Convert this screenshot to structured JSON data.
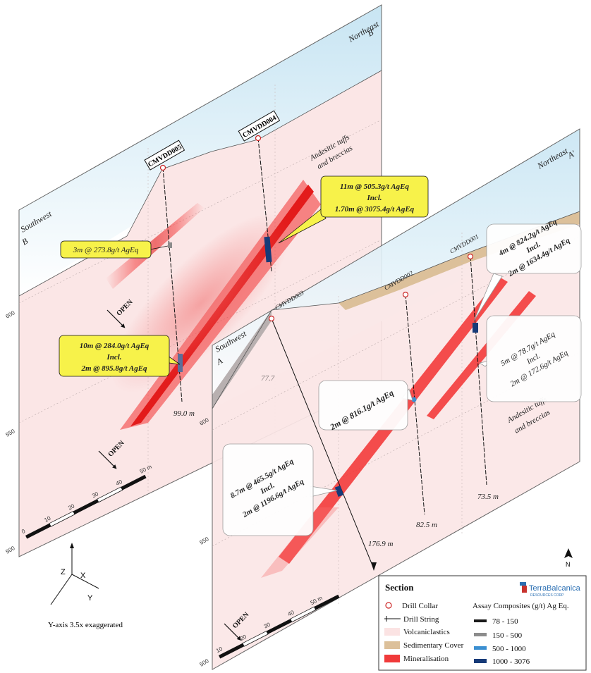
{
  "section_b": {
    "northeast": "Northeast",
    "northeast_end": "B'",
    "southwest": "Southwest",
    "southwest_end": "B",
    "rock_label_1": "Andesitic tuffs",
    "rock_label_2": "and breccias",
    "holes": [
      "CMVDD005",
      "CMVDD004"
    ],
    "elev_upper": "600",
    "elev_mid": "550",
    "elev_lower": "500",
    "depth_005": "99.0 m",
    "open_upper": "OPEN",
    "open_lower": "OPEN",
    "scale_ticks": [
      "0",
      "10",
      "20",
      "30",
      "40",
      "50 m"
    ],
    "callout_1": "3m @ 273.8g/t AgEq",
    "callout_2": [
      "11m @ 505.3g/t AgEq",
      "Incl.",
      "1.70m @ 3075.4g/t AgEq"
    ],
    "callout_3": [
      "10m @ 284.0g/t AgEq",
      "Incl.",
      "2m @ 895.8g/t AgEq"
    ]
  },
  "section_a": {
    "northeast": "Northeast",
    "northeast_end": "A'",
    "southwest": "Southwest",
    "southwest_end": "A",
    "rock_label_1": "Andesitic tuffs",
    "rock_label_2": "and breccias",
    "holes": [
      "CMVDD003",
      "CMVDD002",
      "CMVDD001"
    ],
    "elev_upper": "600",
    "elev_mid": "550",
    "elev_lower": "500",
    "depth_003": "176.9 m",
    "depth_002": "82.5 m",
    "depth_001": "73.5 m",
    "depth_ghost": "77.7",
    "open": "OPEN",
    "scale_ticks": [
      "10",
      "20",
      "30",
      "40",
      "50 m"
    ],
    "callout_1": [
      "4m @ 824.2g/t AgEq",
      "Incl.",
      "2m @ 1634.4g/t AgEq"
    ],
    "callout_2": "2m @ 816.1g/t AgEq",
    "callout_3": [
      "5m @ 78.7g/t AgEq",
      "Incl.",
      "2m @ 172.6g/t AgEq"
    ],
    "callout_4": [
      "8.7m @ 465.5g/t AgEq",
      "Incl.",
      "2m @ 1196.6g/t AgEq"
    ]
  },
  "axes": {
    "z": "Z",
    "x": "X",
    "y": "Y",
    "note": "Y-axis 3.5x exaggerated"
  },
  "north": "N",
  "legend": {
    "title": "Section",
    "logo_line1": "TerraBalcanica",
    "logo_line2": "RESOURCES CORP",
    "items": [
      "Drill Collar",
      "Drill String",
      "Volcaniclastics",
      "Sedimentary Cover",
      "Mineralisation"
    ],
    "assay_title": "Assay Composites (g/t) Ag Eq.",
    "assay_items": [
      "78 - 150",
      "150 - 500",
      "500 - 1000",
      "1000 - 3076"
    ],
    "colors": {
      "volcaniclastics": "#fbe3e3",
      "sedimentary": "#dcc09a",
      "mineralisation": "#f03a3a",
      "assay_1": "#1a1a1a",
      "assay_2": "#8c8c8c",
      "assay_3": "#3b8fd1",
      "assay_4": "#163a78"
    }
  }
}
